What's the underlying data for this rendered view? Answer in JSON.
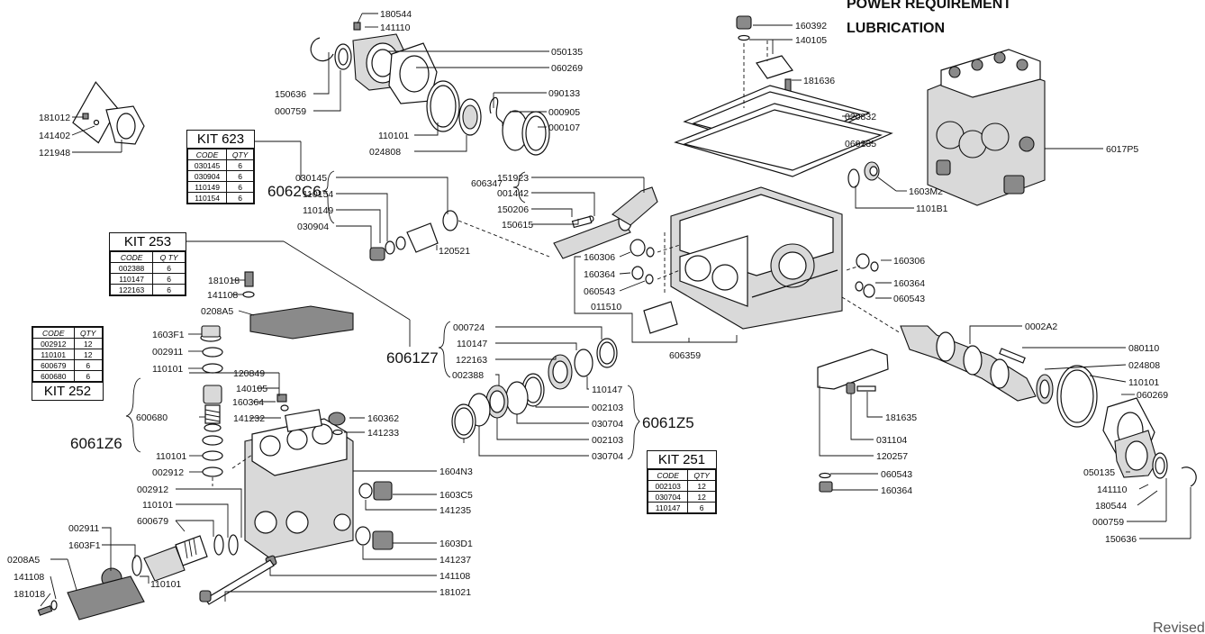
{
  "header": {
    "line1": "POWER REQUIREMENT",
    "line2": "LUBRICATION"
  },
  "footer": {
    "revised": "Revised"
  },
  "groups": {
    "g6062C6": "6062C6",
    "g6061Z7": "6061Z7",
    "g6061Z5": "6061Z5",
    "g6061Z6": "6061Z6"
  },
  "kits": {
    "kit623": {
      "title": "KIT  623",
      "code_label": "CODE",
      "qty_label": "QTY",
      "rows": [
        [
          "030145",
          "6"
        ],
        [
          "030904",
          "6"
        ],
        [
          "110149",
          "6"
        ],
        [
          "110154",
          "6"
        ]
      ]
    },
    "kit253": {
      "title": "KIT  253",
      "code_label": "CODE",
      "qty_label": "Q TY",
      "rows": [
        [
          "002388",
          "6"
        ],
        [
          "110147",
          "6"
        ],
        [
          "122163",
          "6"
        ]
      ]
    },
    "kit252": {
      "title": "KIT  252",
      "code_label": "CODE",
      "qty_label": "QTY",
      "rows": [
        [
          "002912",
          "12"
        ],
        [
          "110101",
          "12"
        ],
        [
          "600679",
          "6"
        ],
        [
          "600680",
          "6"
        ]
      ]
    },
    "kit251": {
      "title": "KIT  251",
      "code_label": "CODE",
      "qty_label": "QTY",
      "rows": [
        [
          "002103",
          "12"
        ],
        [
          "030704",
          "12"
        ],
        [
          "110147",
          "6"
        ]
      ]
    }
  },
  "labels": {
    "p180544a": "180544",
    "p141110a": "141110",
    "p050135a": "050135",
    "p060269a": "060269",
    "p150636a": "150636",
    "p000759a": "000759",
    "p090133": "090133",
    "p000905": "000905",
    "p000107": "000107",
    "p110101a": "110101",
    "p024808a": "024808",
    "p181012": "181012",
    "p141402": "141402",
    "p121948": "121948",
    "p160392": "160392",
    "p140105a": "140105",
    "p181636": "181636",
    "p020832": "020832",
    "p060235": "060235",
    "p6017P5": "6017P5",
    "p1603M2": "1603M2",
    "p1101B1": "1101B1",
    "p030145": "030145",
    "p110154": "110154",
    "p110149": "110149",
    "p030904": "030904",
    "p120521": "120521",
    "p606347": "606347",
    "p151923": "151923",
    "p001442": "001442",
    "p150206": "150206",
    "p150615": "150615",
    "p160306a": "160306",
    "p160364a": "160364",
    "p060543a": "060543",
    "p011510": "011510",
    "p160306b": "160306",
    "p160364b": "160364",
    "p060543b": "060543",
    "p606359": "606359",
    "p181018a": "181018",
    "p141108a": "141108",
    "p0208A5a": "0208A5",
    "p1603F1a": "1603F1",
    "p002911a": "002911",
    "p110101b": "110101",
    "p120849": "120849",
    "p140105b": "140105",
    "p160364c": "160364",
    "p141232": "141232",
    "p160362": "160362",
    "p141233": "141233",
    "p600680": "600680",
    "p110101c": "110101",
    "p002912a": "002912",
    "p002912b": "002912",
    "p110101d": "110101",
    "p600679": "600679",
    "p002911b": "002911",
    "p1603F1b": "1603F1",
    "p0208A5b": "0208A5",
    "p141108b": "141108",
    "p181018b": "181018",
    "p110101e": "110101",
    "p1604N3": "1604N3",
    "p1603C5": "1603C5",
    "p141235": "141235",
    "p1603D1": "1603D1",
    "p141237": "141237",
    "p141108c": "141108",
    "p181021": "181021",
    "p000724": "000724",
    "p110147a": "110147",
    "p122163": "122163",
    "p002388": "002388",
    "p110147b": "110147",
    "p002103a": "002103",
    "p030704a": "030704",
    "p002103b": "002103",
    "p030704b": "030704",
    "p0002A2": "0002A2",
    "p080110": "080110",
    "p024808b": "024808",
    "p110101f": "110101",
    "p060269b": "060269",
    "p181635": "181635",
    "p031104": "031104",
    "p120257": "120257",
    "p060543c": "060543",
    "p160364d": "160364",
    "p050135b": "050135",
    "p141110b": "141110",
    "p180544b": "180544",
    "p000759b": "000759",
    "p150636b": "150636"
  }
}
